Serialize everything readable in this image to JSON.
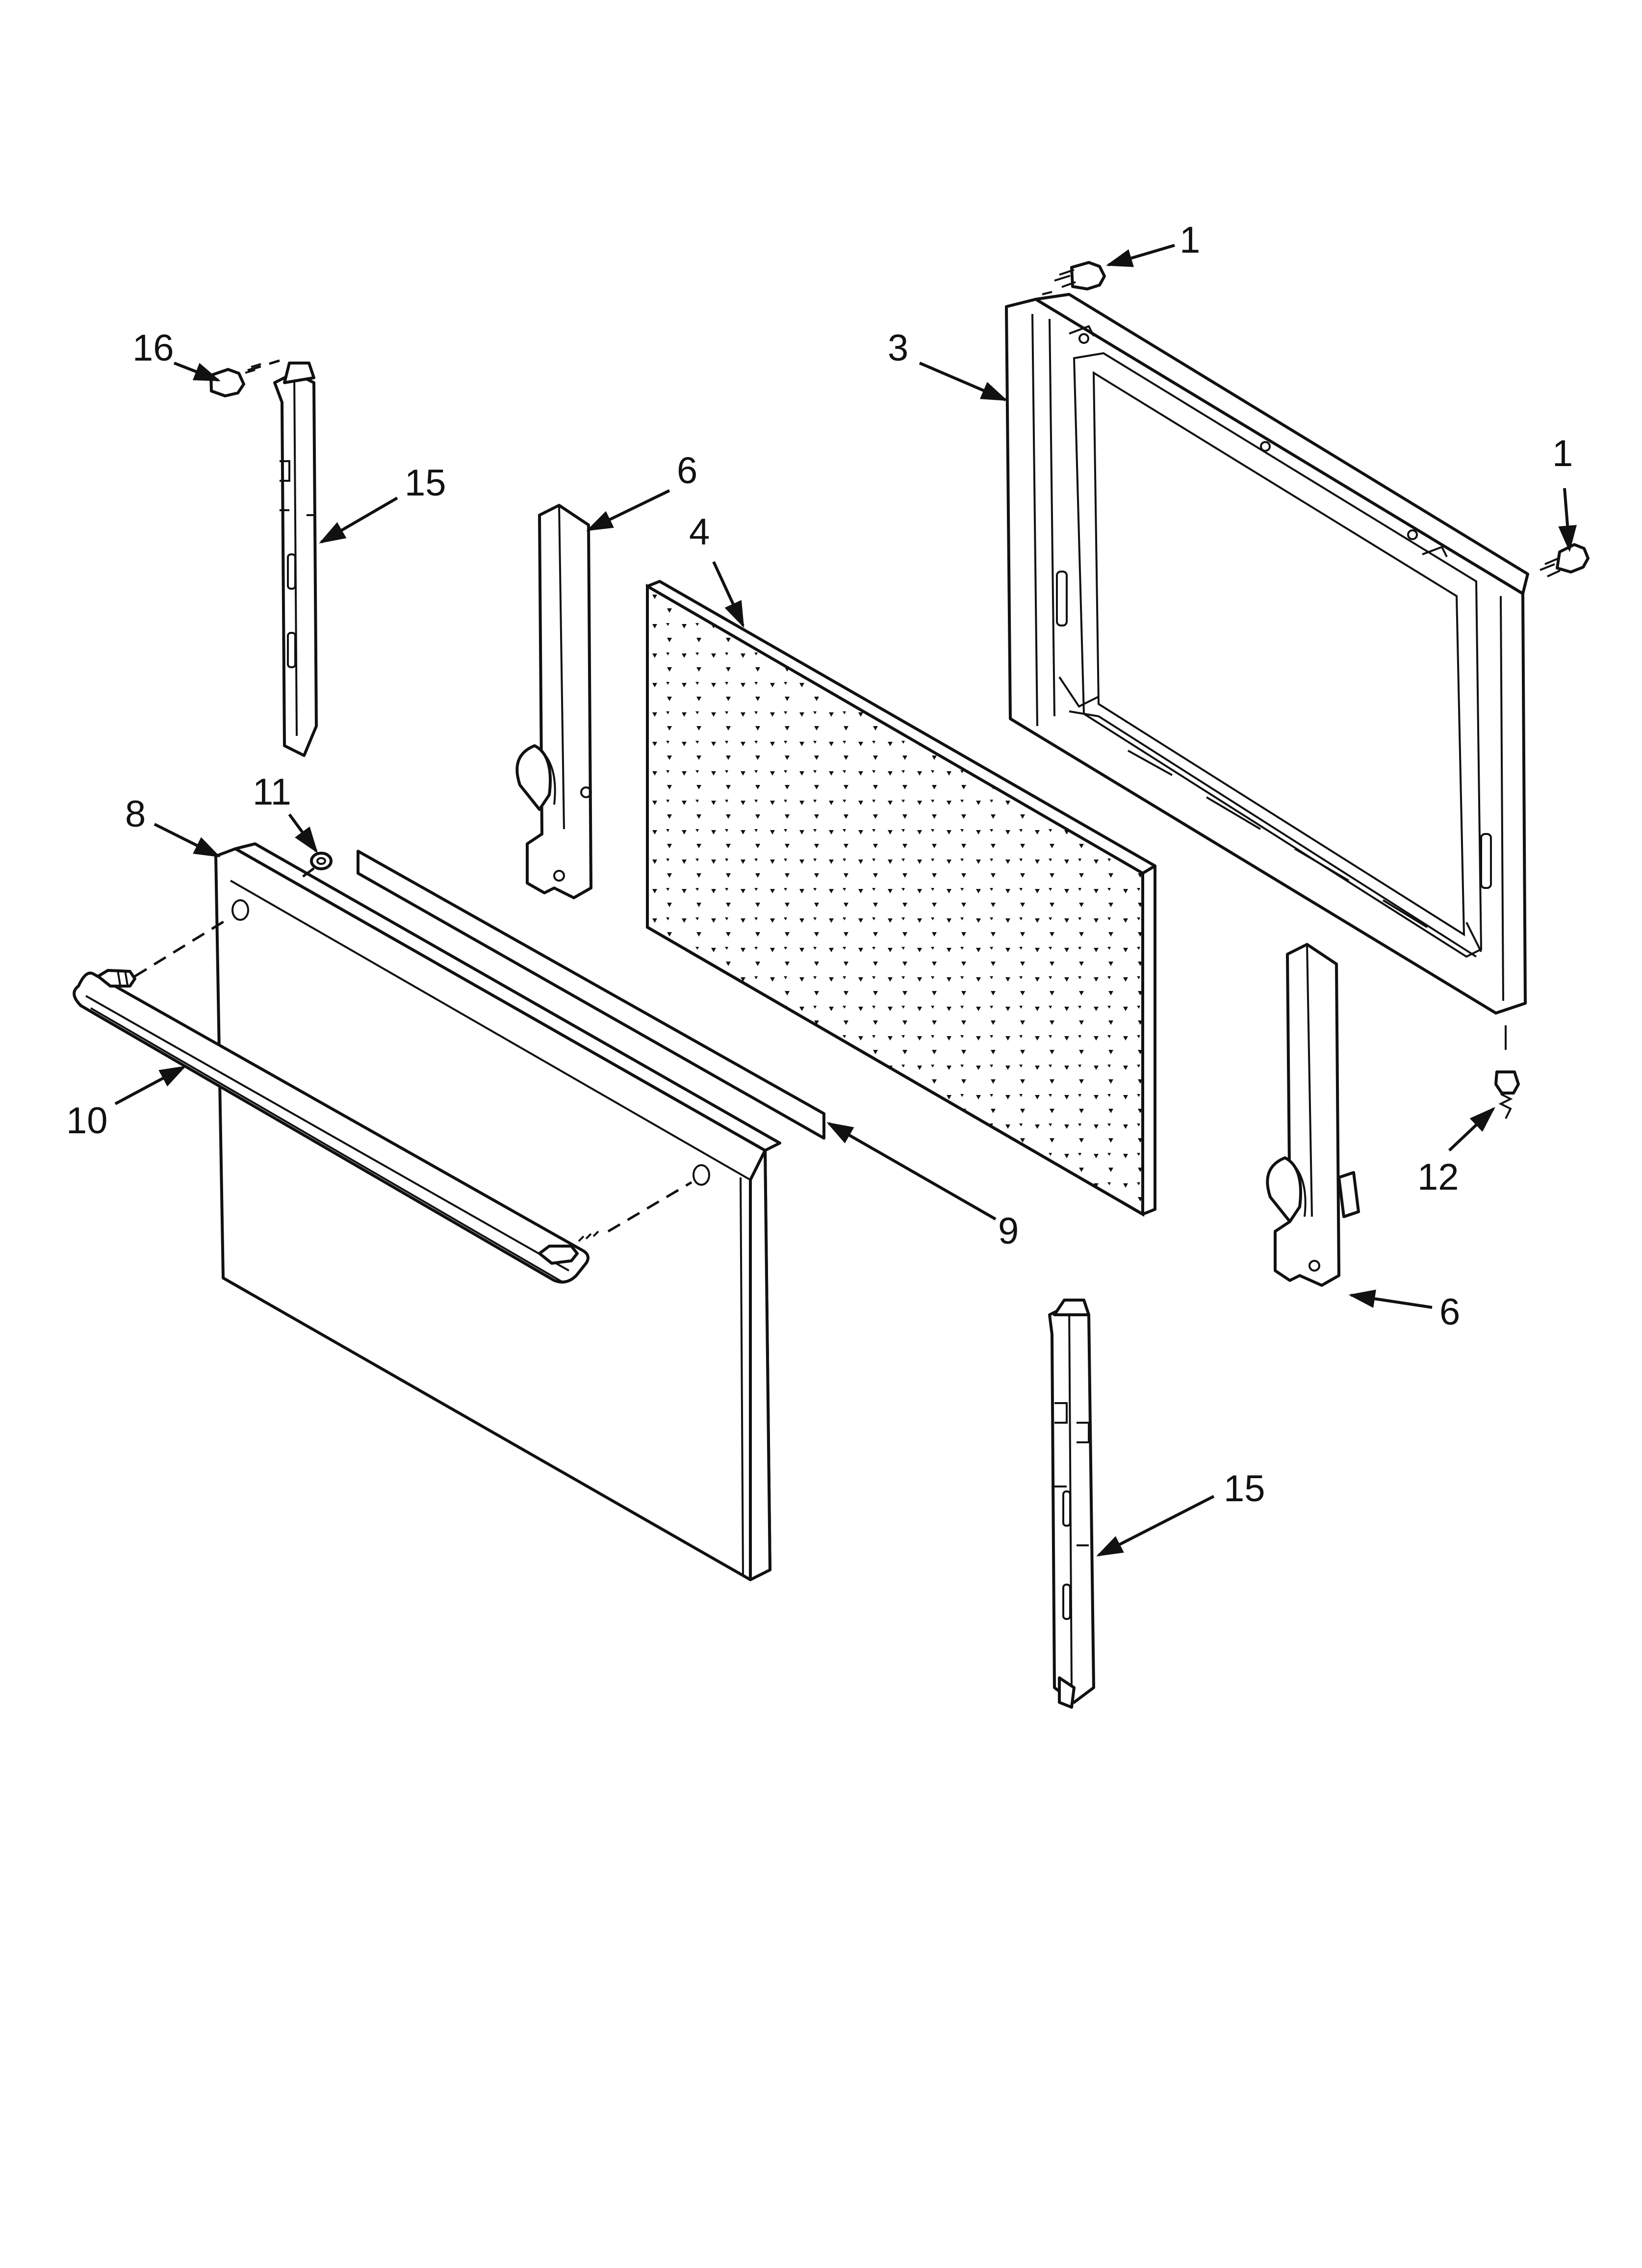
{
  "callouts": {
    "c1_top": "1",
    "c1_right": "1",
    "c3": "3",
    "c4": "4",
    "c6_upper": "6",
    "c6_lower": "6",
    "c8": "8",
    "c9": "9",
    "c10": "10",
    "c11": "11",
    "c12": "12",
    "c15_upper": "15",
    "c15_lower": "15",
    "c16": "16"
  }
}
